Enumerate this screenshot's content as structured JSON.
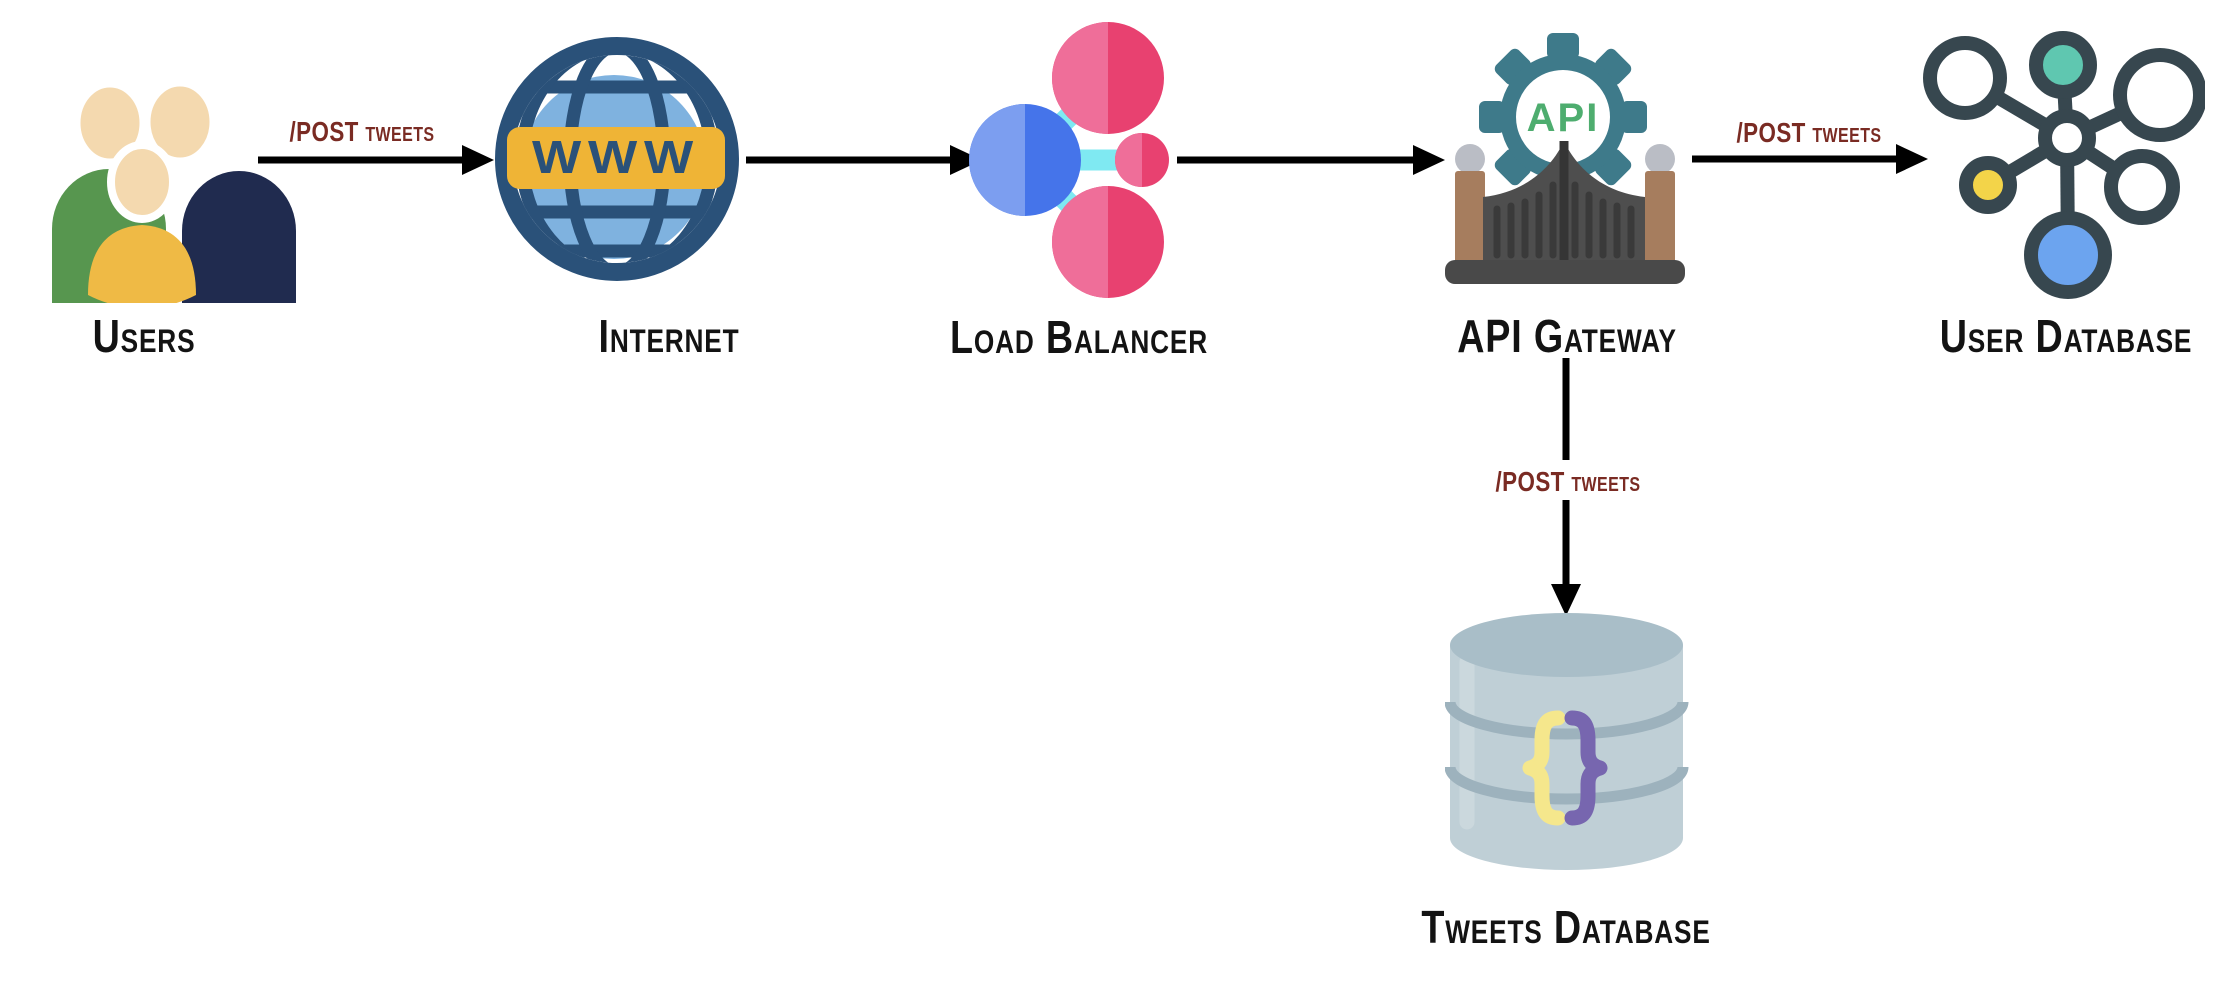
{
  "nodes": {
    "users": {
      "label": "Users"
    },
    "internet": {
      "label": "Internet",
      "badge": "WWW"
    },
    "load_balancer": {
      "label": "Load Balancer"
    },
    "api_gateway": {
      "label": "API Gateway",
      "badge": "API"
    },
    "user_database": {
      "label": "User Database"
    },
    "tweets_database": {
      "label": "Tweets Database",
      "glyph": "{}"
    }
  },
  "edges": {
    "users_to_internet": {
      "label": "/POST tweets"
    },
    "internet_to_load_balancer": {
      "label": ""
    },
    "load_balancer_to_api_gateway": {
      "label": ""
    },
    "api_gateway_to_user_database": {
      "label": "/POST tweets"
    },
    "api_gateway_to_tweets_database": {
      "label": "/POST tweets"
    }
  },
  "colors": {
    "background": "#ffffff",
    "node_label": "#131313",
    "edge_label": "#7a2b23",
    "arrow": "#000000",
    "globe_navy": "#2a5179",
    "globe_blue": "#7fb2df",
    "globe_gold": "#efb436",
    "lb_blue_dark": "#4574ea",
    "lb_blue_light": "#7c9ef0",
    "lb_pink_dark": "#e84170",
    "lb_pink_light": "#ef6e99",
    "lb_cyan": "#7fe9f2",
    "gear_teal": "#3e7a8a",
    "api_green": "#4ead6f",
    "gate_gray": "#4e4e4e",
    "post_brown": "#a67d5e",
    "db_outline": "#37474f",
    "db_teal": "#5fc7b0",
    "db_yellow": "#f3d449",
    "db_blue": "#6ca4ef",
    "cylinder_body": "#bfcfd6",
    "cylinder_top": "#a9bec8",
    "brace_yellow": "#f5e78c",
    "brace_purple": "#7766af",
    "users_green": "#57964f",
    "users_navy": "#202b4f",
    "users_gold": "#efba45",
    "users_skin": "#f4d9af"
  }
}
